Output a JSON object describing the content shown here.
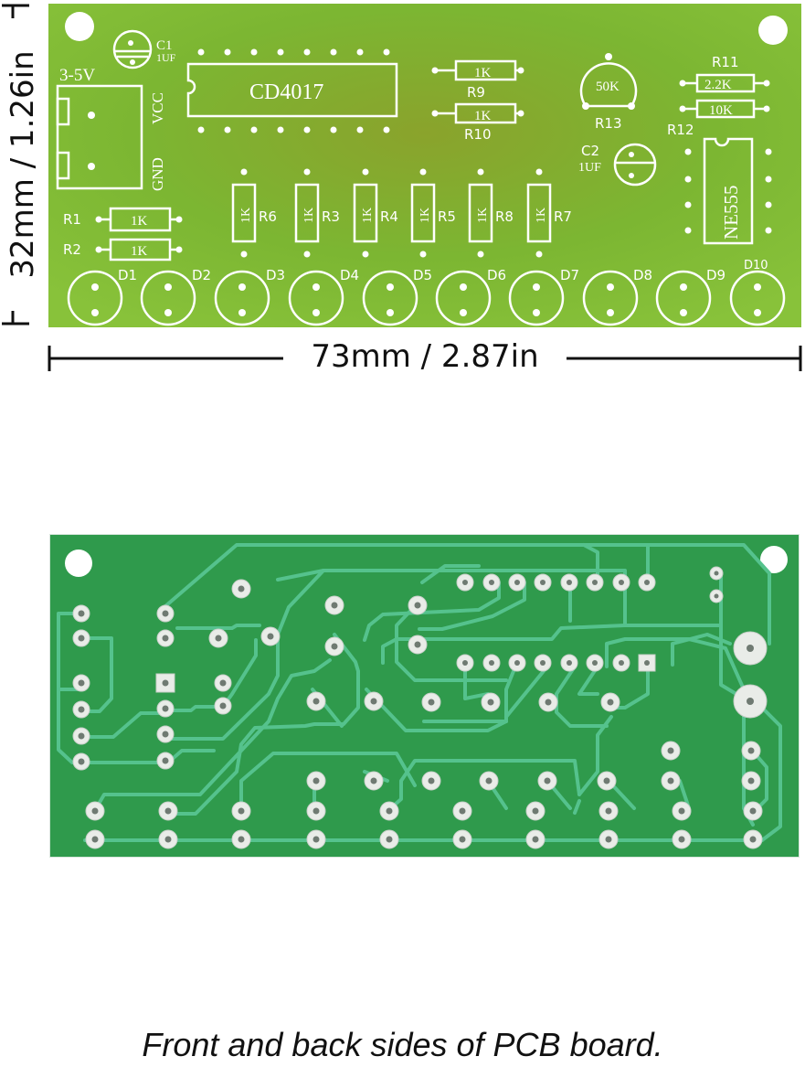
{
  "dimensions": {
    "height_label": "32mm / 1.26in",
    "width_label": "73mm / 2.87in"
  },
  "front": {
    "power": {
      "label": "3-5V",
      "pins": [
        "VCC",
        "GND"
      ]
    },
    "ic1": {
      "name": "CD4017"
    },
    "ic2": {
      "name": "NE555"
    },
    "capacitors": [
      {
        "ref": "C1",
        "value": "1UF"
      },
      {
        "ref": "C2",
        "value": "1UF"
      }
    ],
    "potentiometer": {
      "ref": "R13",
      "value": "50K"
    },
    "resistors": [
      {
        "ref": "R1",
        "value": "1K"
      },
      {
        "ref": "R2",
        "value": "1K"
      },
      {
        "ref": "R6",
        "value": "1K"
      },
      {
        "ref": "R3",
        "value": "1K"
      },
      {
        "ref": "R4",
        "value": "1K"
      },
      {
        "ref": "R5",
        "value": "1K"
      },
      {
        "ref": "R8",
        "value": "1K"
      },
      {
        "ref": "R7",
        "value": "1K"
      },
      {
        "ref": "R9",
        "value": "1K"
      },
      {
        "ref": "R10",
        "value": "1K"
      },
      {
        "ref": "R11",
        "value": "2.2K"
      },
      {
        "ref": "R12",
        "value": "10K"
      }
    ],
    "leds": [
      "D1",
      "D2",
      "D3",
      "D4",
      "D5",
      "D6",
      "D7",
      "D8",
      "D9",
      "D10"
    ]
  },
  "caption": "Front and back sides of PCB board.",
  "colors": {
    "front_board": "#7dbb2f",
    "front_board_dark": "#8f9a2a",
    "silkscreen": "#ffffff",
    "back_board": "#2e9b4c",
    "back_trace": "#4fc08a",
    "pad": "#e9ece8"
  }
}
